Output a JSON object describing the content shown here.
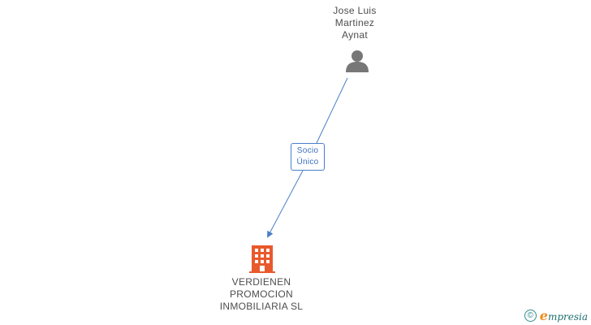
{
  "nodes": {
    "person": {
      "name_lines": [
        "Jose Luis",
        "Martinez",
        "Aynat"
      ],
      "icon": "person-icon",
      "color": "#777777"
    },
    "company": {
      "name_lines": [
        "VERDIENEN",
        "PROMOCION",
        "INMOBILIARIA SL"
      ],
      "icon": "building-icon",
      "color": "#e8592c"
    }
  },
  "edge": {
    "label_lines": [
      "Socio",
      "Único"
    ],
    "color": "#4a7fc8"
  },
  "footer": {
    "copyright_symbol": "©",
    "brand_initial": "e",
    "brand_rest": "mpresia"
  }
}
